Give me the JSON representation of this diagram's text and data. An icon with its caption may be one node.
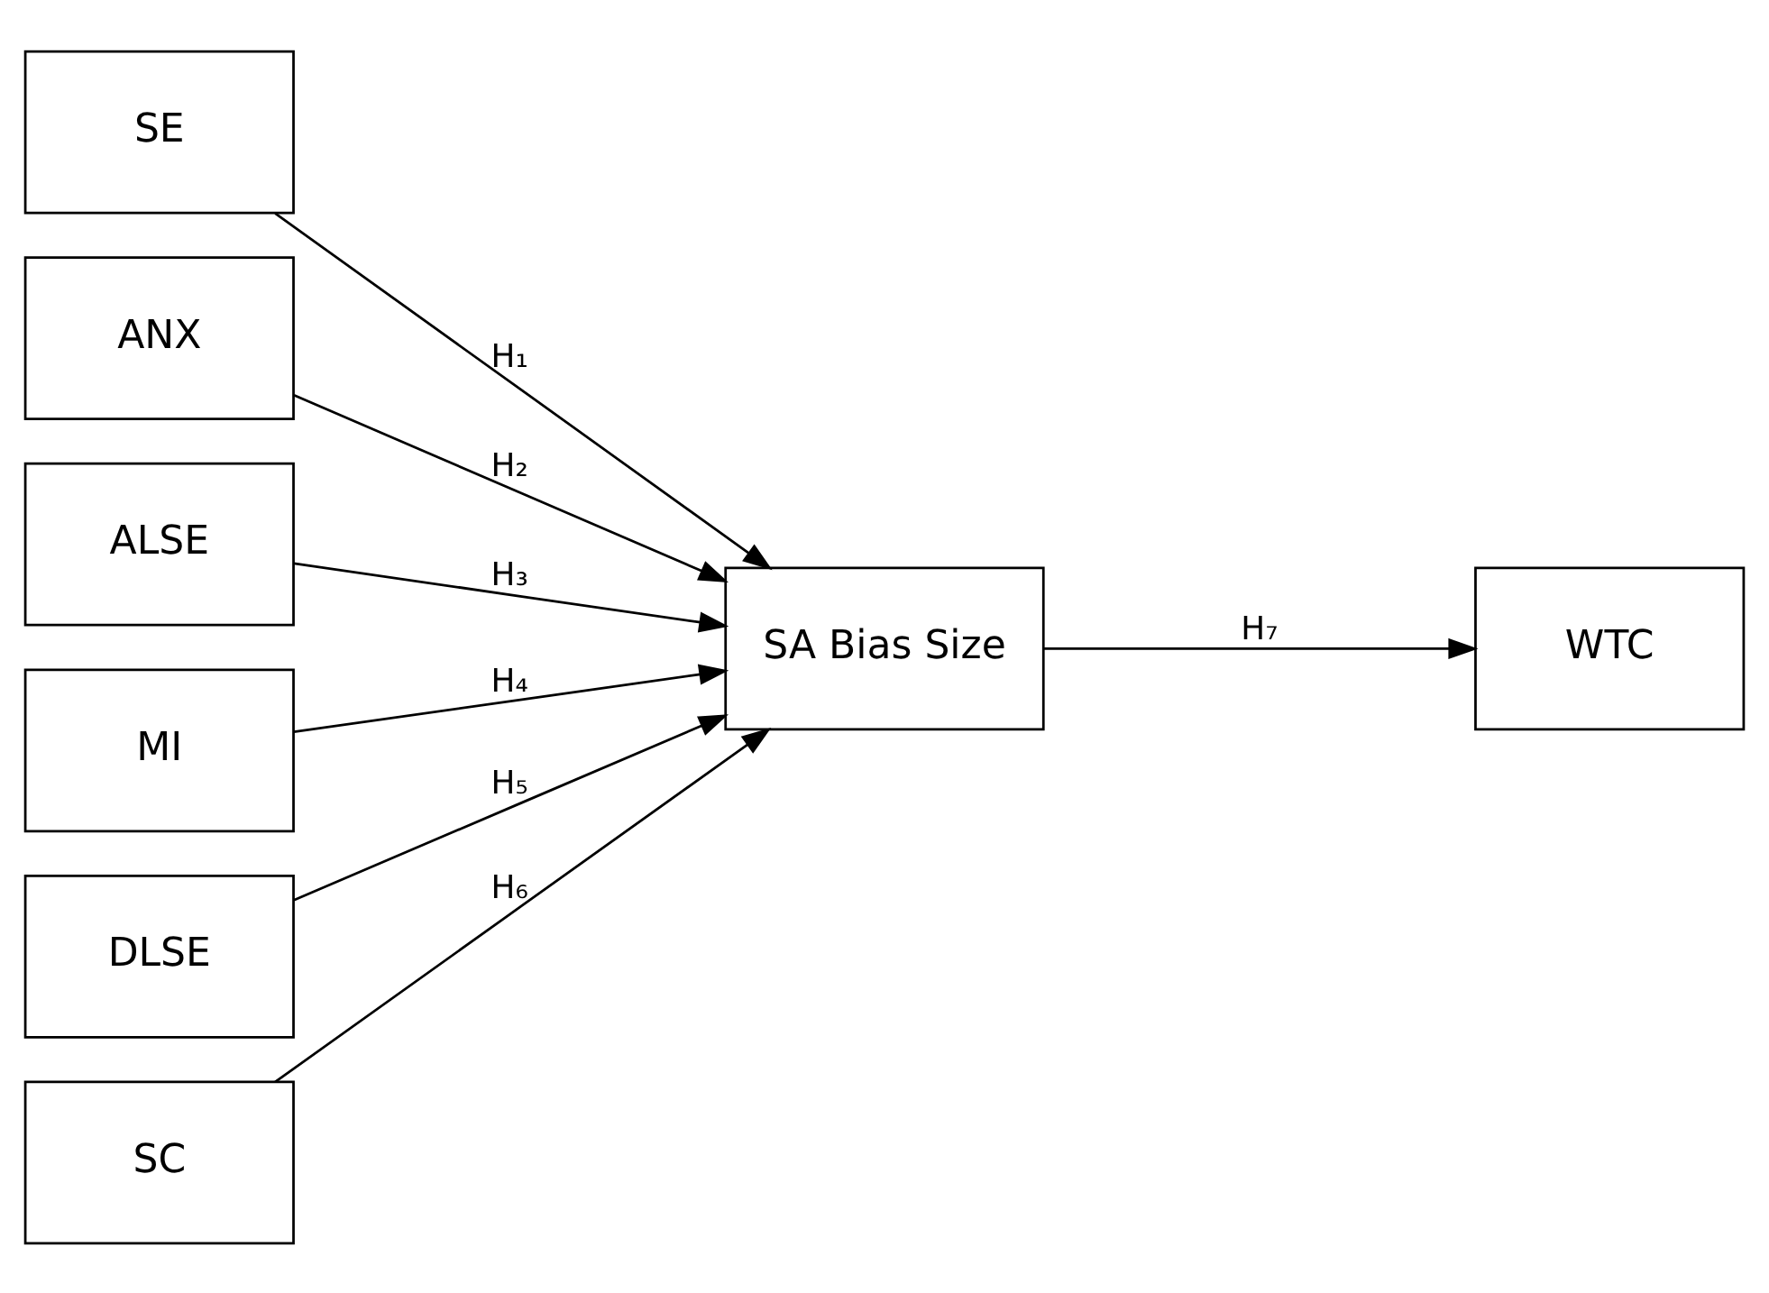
{
  "diagram": {
    "nodes": [
      {
        "text": [
          "SE"
        ]
      },
      {
        "text": [
          "ANX"
        ]
      },
      {
        "text": [
          "ALSE"
        ]
      },
      {
        "text": [
          "MI"
        ]
      },
      {
        "text": [
          "DLSE"
        ]
      },
      {
        "text": [
          "SC"
        ]
      },
      {
        "text": [
          "SA Bias Size"
        ]
      },
      {
        "text": [
          "WTC"
        ]
      }
    ],
    "edges": [
      {
        "from": 0,
        "to": 6,
        "arrow": "to",
        "label": "H₁"
      },
      {
        "from": 1,
        "to": 6,
        "arrow": "to",
        "label": "H₂"
      },
      {
        "from": 2,
        "to": 6,
        "arrow": "to",
        "label": "H₃"
      },
      {
        "from": 3,
        "to": 6,
        "arrow": "to",
        "label": "H₄"
      },
      {
        "from": 4,
        "to": 6,
        "arrow": "to",
        "label": "H₅"
      },
      {
        "from": 5,
        "to": 6,
        "arrow": "to",
        "label": "H₆"
      },
      {
        "from": 6,
        "to": 7,
        "arrow": "to",
        "label": "H₇"
      }
    ]
  }
}
